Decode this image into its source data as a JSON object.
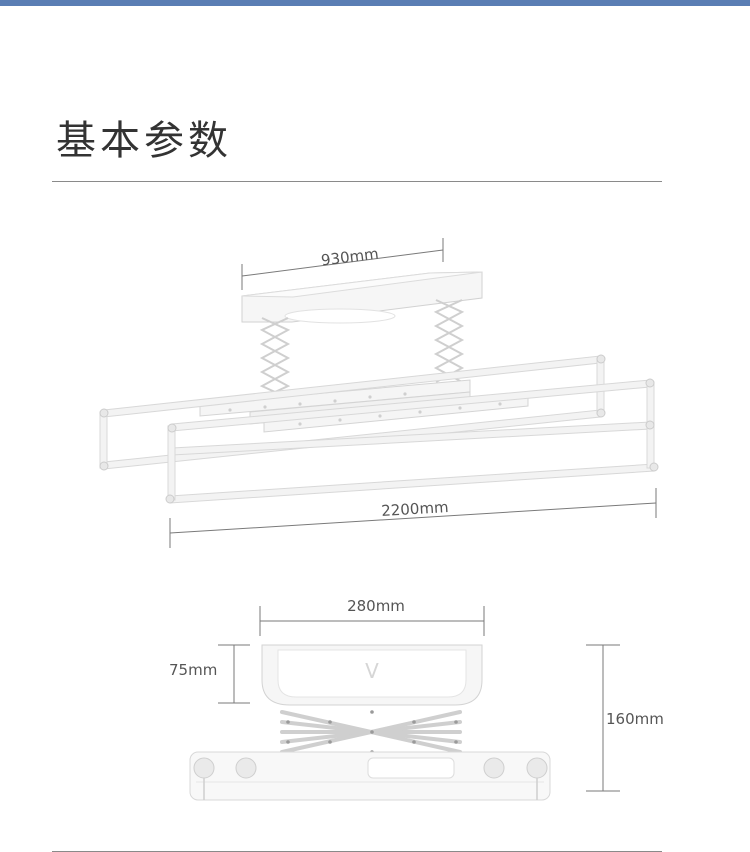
{
  "colors": {
    "top_bar": "#5a7eb4",
    "dimension_line": "#7a7a7a",
    "rod": "#eeeeee",
    "body": "#f7f7f7",
    "outline": "#d6d6d6"
  },
  "title": "基本参数",
  "dimensions": {
    "top_width": "930mm",
    "total_length": "2200mm",
    "unit_width": "280mm",
    "unit_height_small": "75mm",
    "unit_height_total": "160mm"
  },
  "logo_text": "V"
}
